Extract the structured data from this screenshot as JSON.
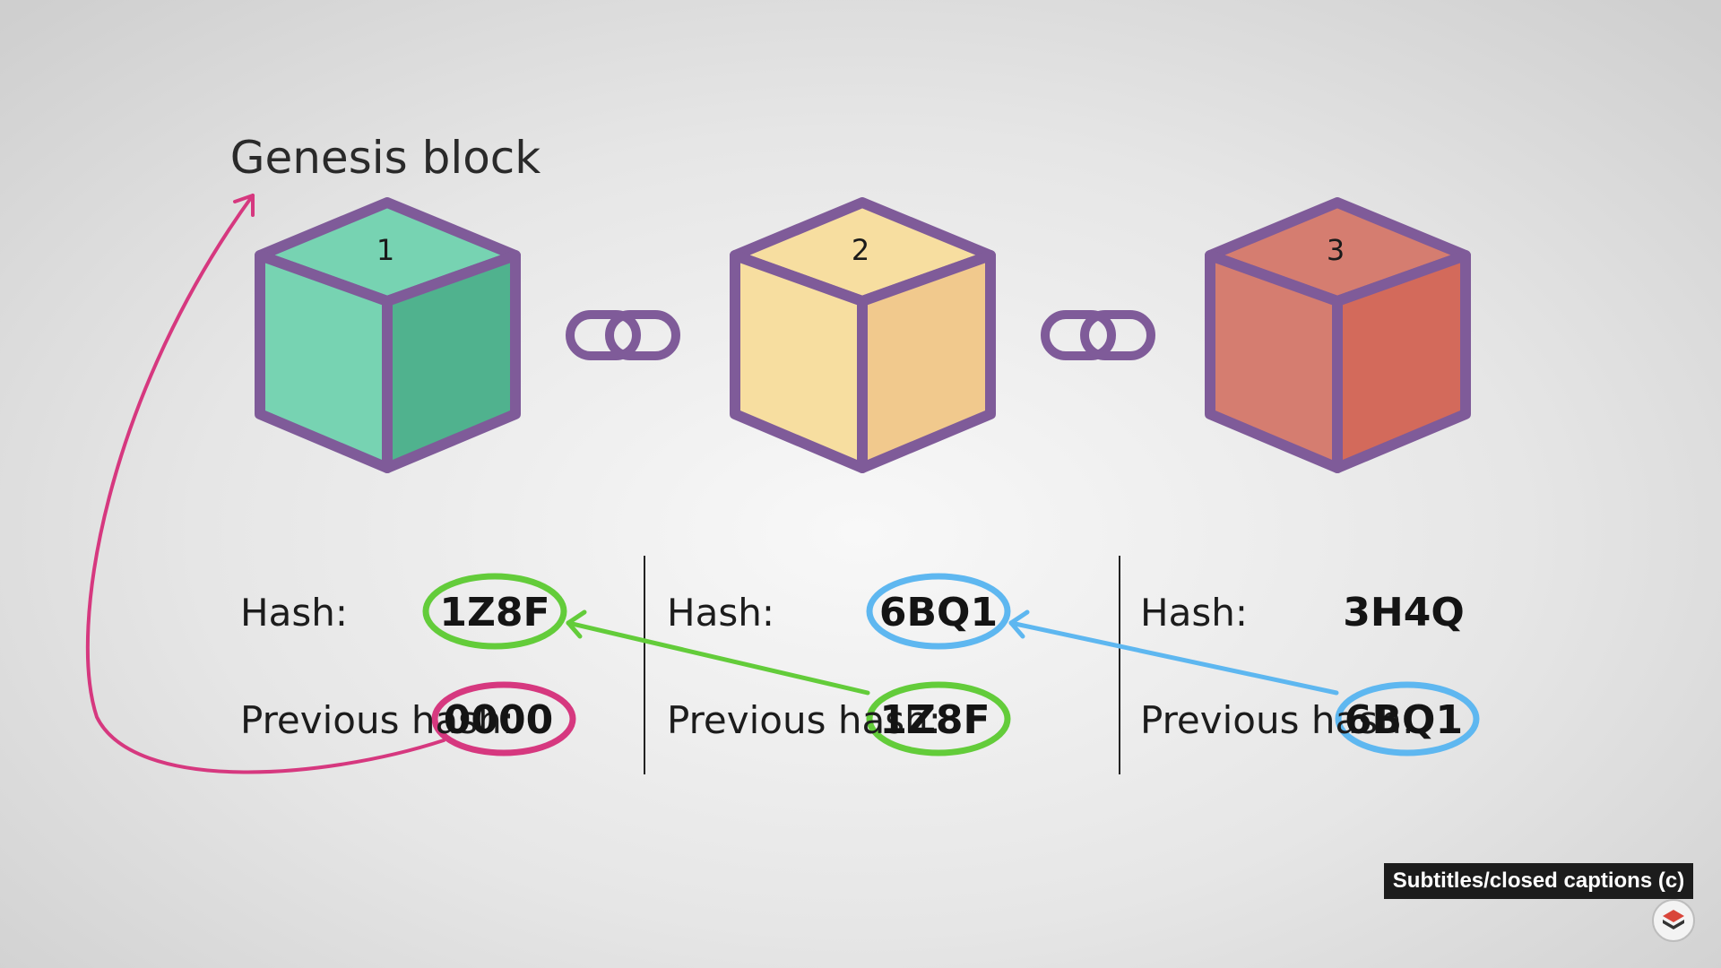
{
  "title": "Genesis block",
  "blocks": [
    {
      "number": "1",
      "hash": "1Z8F",
      "previous_hash": "0000"
    },
    {
      "number": "2",
      "hash": "6BQ1",
      "previous_hash": "1Z8F"
    },
    {
      "number": "3",
      "hash": "3H4Q",
      "previous_hash": "6BQ1"
    }
  ],
  "labels": {
    "hash": "Hash:",
    "previous_hash": "Previous hash:"
  },
  "colors": {
    "outline": "#7f5b99",
    "block1": [
      "#77d3b2",
      "#50b28e",
      "#62c3a0"
    ],
    "block2": [
      "#f7dea0",
      "#f1c98d",
      "#f4d597"
    ],
    "block3": [
      "#d57d70",
      "#d36a5b",
      "#d47465"
    ],
    "green_highlight": "#63cc3a",
    "blue_highlight": "#5eb7f0",
    "pink_highlight": "#d6387f"
  },
  "icons": [
    "chain-link-icon",
    "chain-link-icon",
    "channel-logo-icon"
  ],
  "caption": "Subtitles/closed captions (c)"
}
